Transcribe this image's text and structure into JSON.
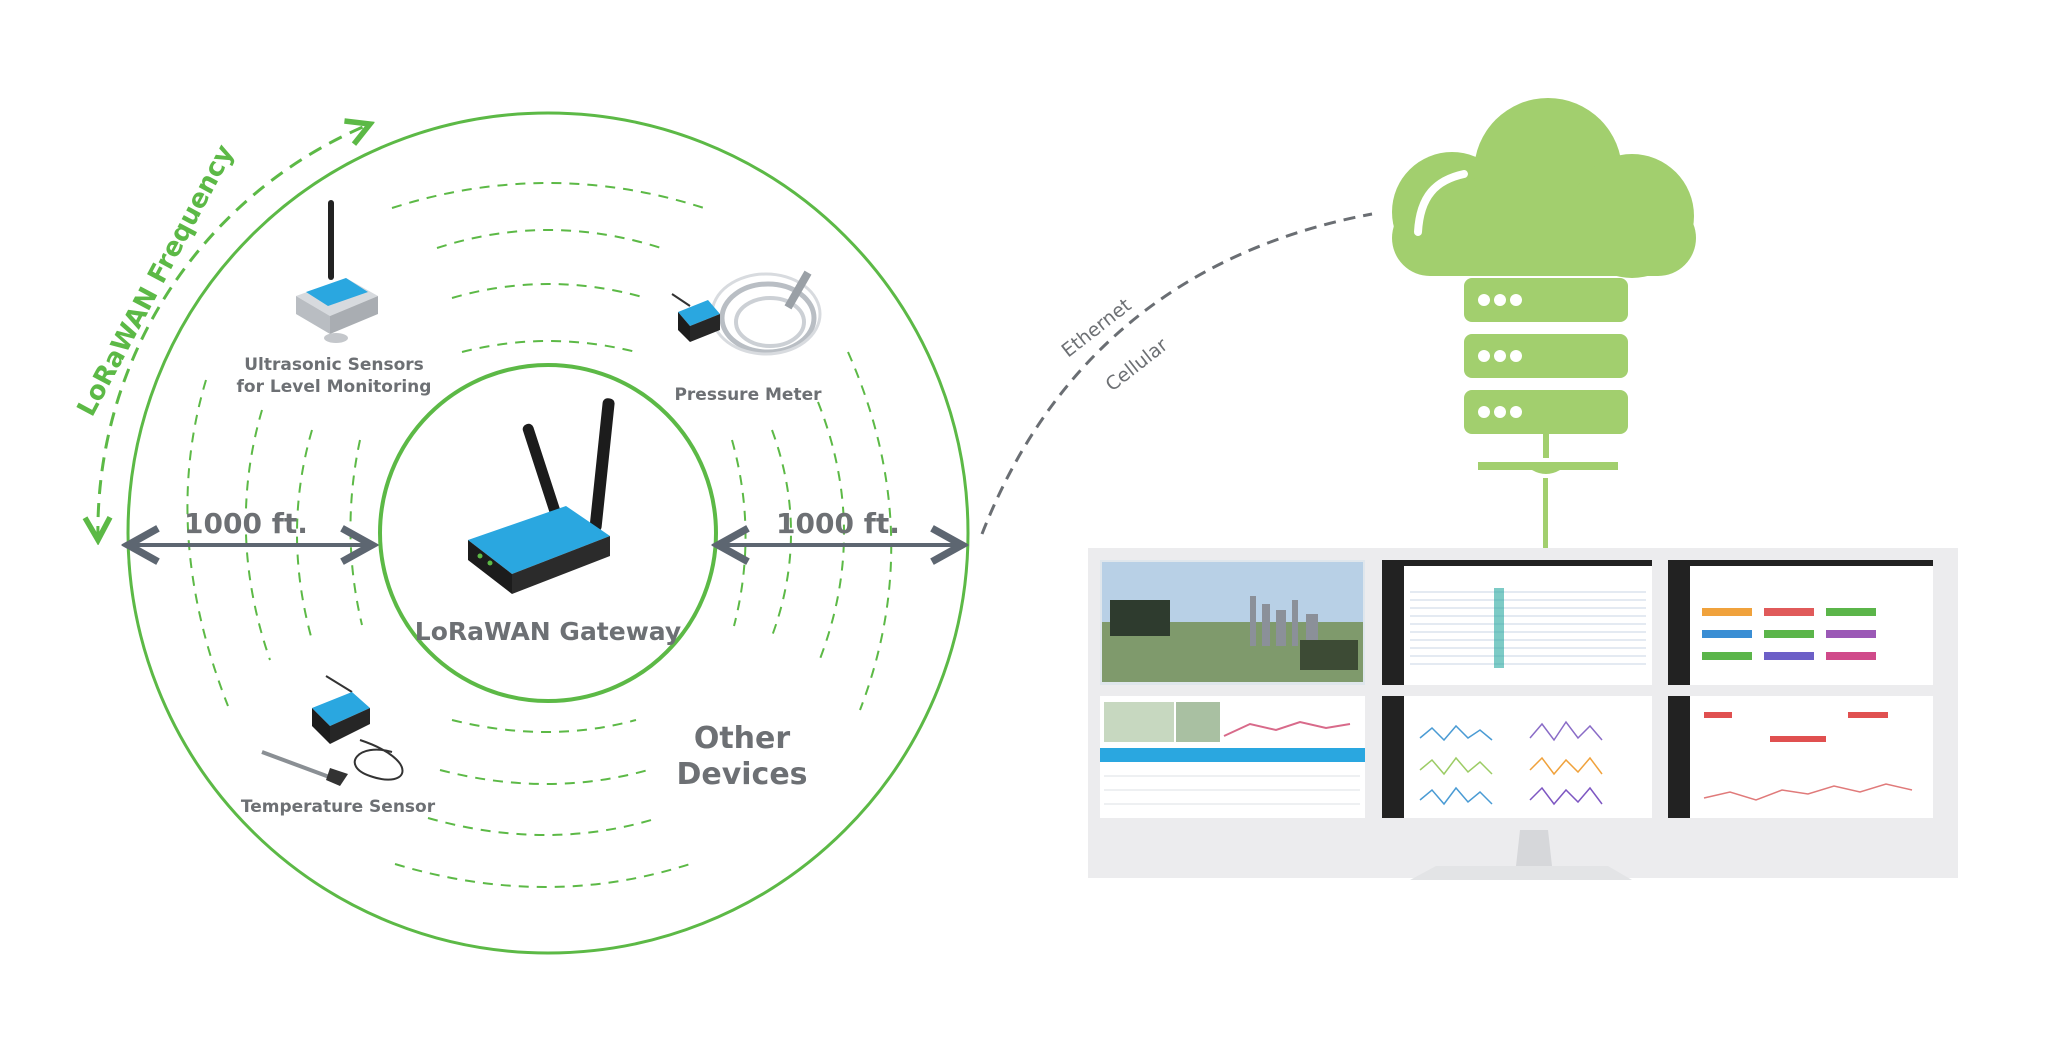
{
  "labels": {
    "frequency": "LoRaWAN Frequency",
    "range_left": "1000 ft.",
    "range_right": "1000 ft.",
    "gateway": "LoRaWAN Gateway",
    "ultrasonic_line1": "Ultrasonic Sensors",
    "ultrasonic_line2": "for Level Monitoring",
    "pressure": "Pressure Meter",
    "temperature": "Temperature Sensor",
    "other_line1": "Other",
    "other_line2": "Devices",
    "ethernet": "Ethernet",
    "cellular": "Cellular"
  },
  "colors": {
    "green": "#5cb946",
    "cloud": "#a2cf6e",
    "arrow": "#5d6671",
    "text": "#6d7074",
    "device_blue": "#2aa7e0",
    "device_black": "#1c1c1c"
  },
  "icons": [
    "cloud-icon",
    "server-icon",
    "gateway-device-icon",
    "ultrasonic-sensor-icon",
    "pressure-meter-icon",
    "temperature-sensor-icon",
    "monitor-icon"
  ]
}
